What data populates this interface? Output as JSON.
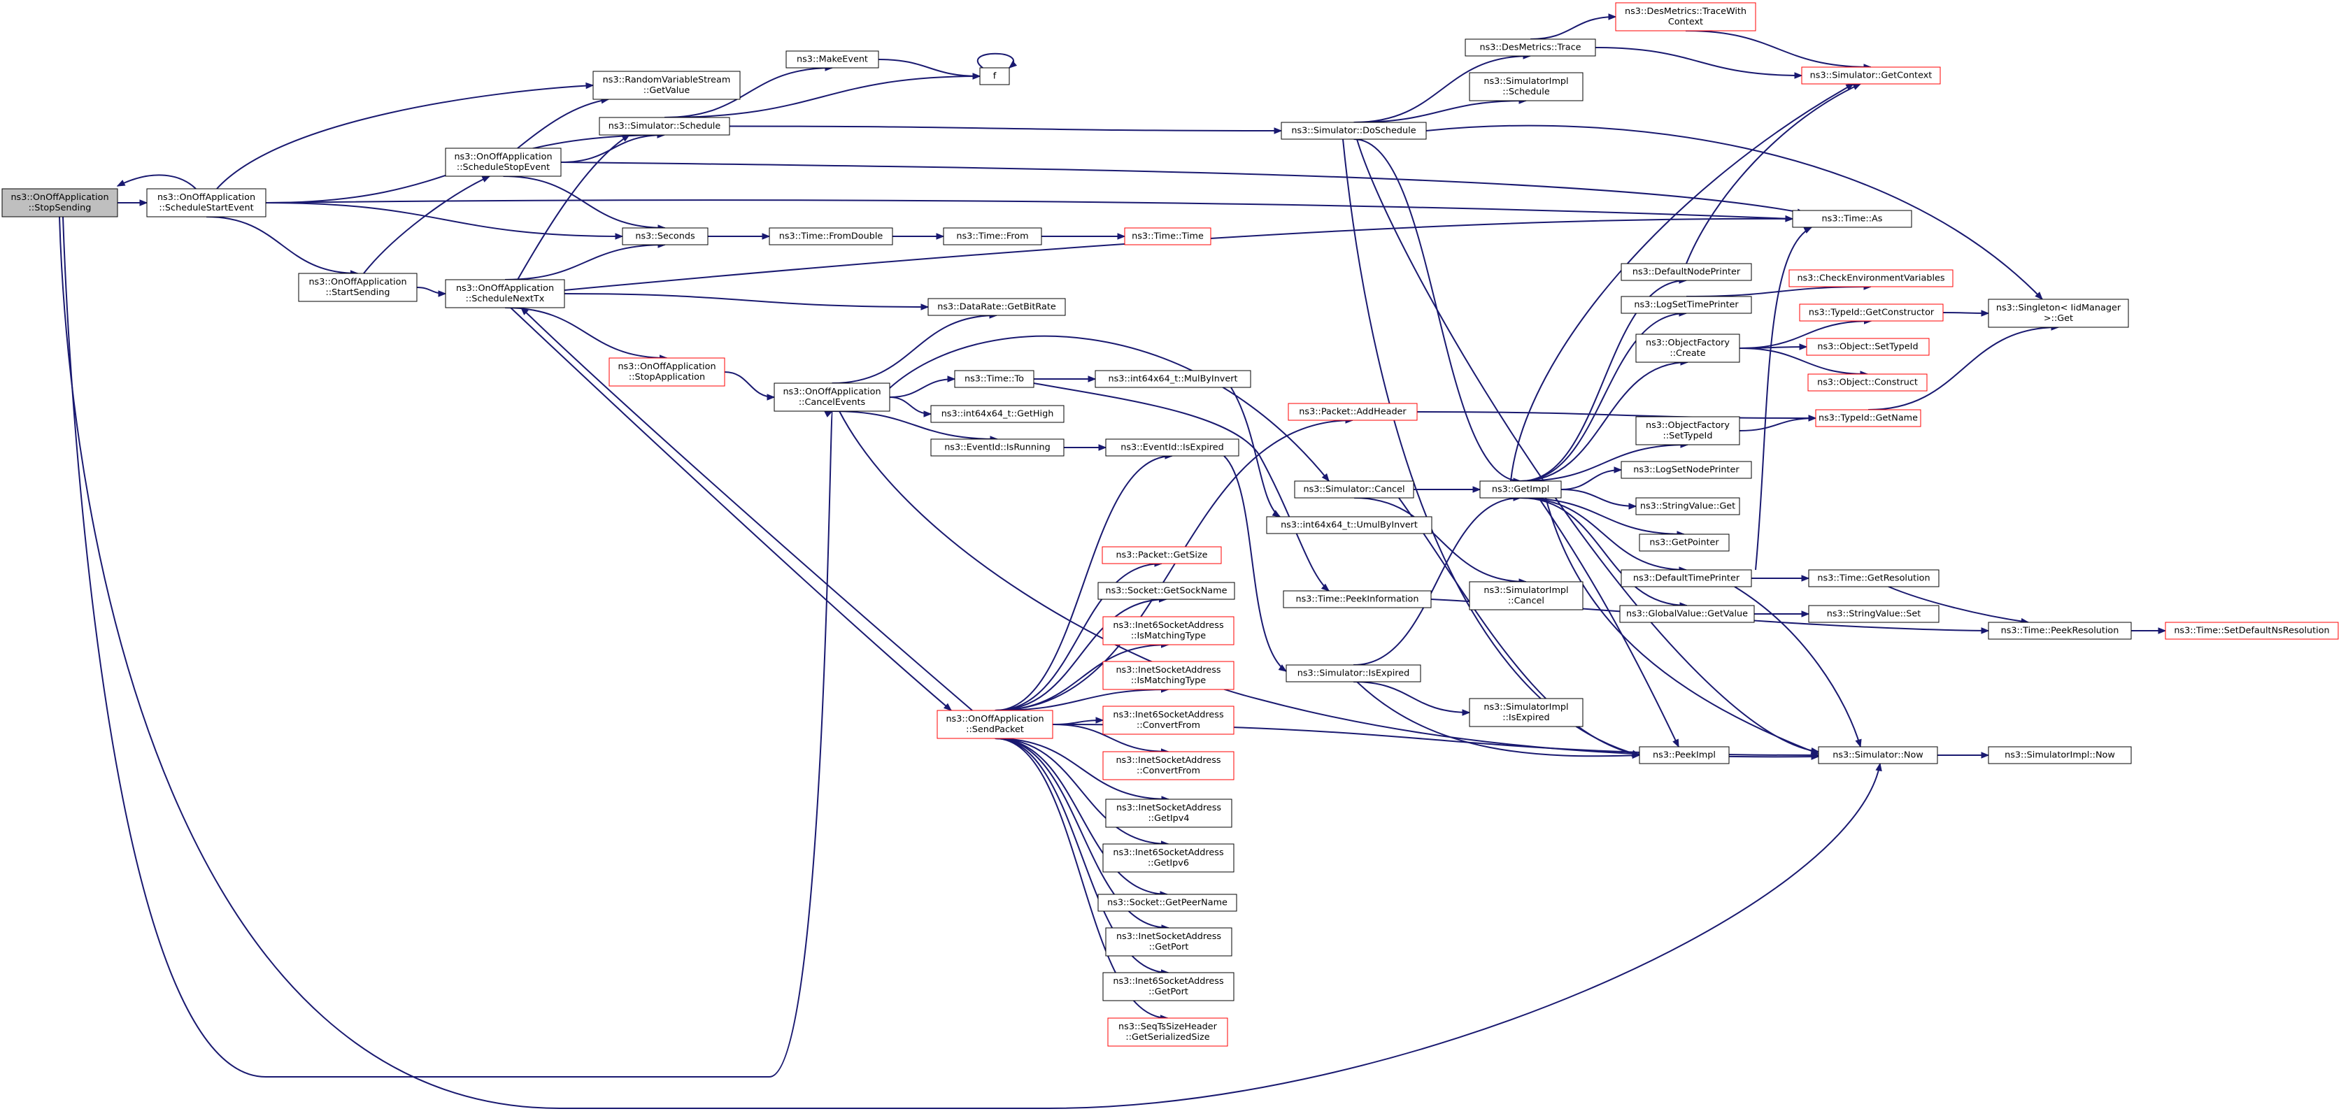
{
  "graph": {
    "root": "StopSending",
    "nodes": [
      {
        "id": "StopSending",
        "lines": [
          "ns3::OnOffApplication",
          "::StopSending"
        ],
        "red": false,
        "root": true
      },
      {
        "id": "ScheduleStartEvent",
        "lines": [
          "ns3::OnOffApplication",
          "::ScheduleStartEvent"
        ],
        "red": false
      },
      {
        "id": "StartSending",
        "lines": [
          "ns3::OnOffApplication",
          "::StartSending"
        ],
        "red": false
      },
      {
        "id": "ScheduleStopEvent",
        "lines": [
          "ns3::OnOffApplication",
          "::ScheduleStopEvent"
        ],
        "red": false
      },
      {
        "id": "ScheduleNextTx",
        "lines": [
          "ns3::OnOffApplication",
          "::ScheduleNextTx"
        ],
        "red": false
      },
      {
        "id": "RVSGetValue",
        "lines": [
          "ns3::RandomVariableStream",
          "::GetValue"
        ],
        "red": false
      },
      {
        "id": "SimSchedule",
        "lines": [
          "ns3::Simulator::Schedule"
        ],
        "red": false
      },
      {
        "id": "MakeEvent",
        "lines": [
          "ns3::MakeEvent"
        ],
        "red": false
      },
      {
        "id": "f",
        "lines": [
          "f"
        ],
        "red": false
      },
      {
        "id": "Seconds",
        "lines": [
          "ns3::Seconds"
        ],
        "red": false
      },
      {
        "id": "FromDouble",
        "lines": [
          "ns3::Time::FromDouble"
        ],
        "red": false
      },
      {
        "id": "TimeFrom",
        "lines": [
          "ns3::Time::From"
        ],
        "red": false
      },
      {
        "id": "TimeTime",
        "lines": [
          "ns3::Time::Time"
        ],
        "red": true
      },
      {
        "id": "GetBitRate",
        "lines": [
          "ns3::DataRate::GetBitRate"
        ],
        "red": false
      },
      {
        "id": "StopApplication",
        "lines": [
          "ns3::OnOffApplication",
          "::StopApplication"
        ],
        "red": true
      },
      {
        "id": "CancelEvents",
        "lines": [
          "ns3::OnOffApplication",
          "::CancelEvents"
        ],
        "red": false
      },
      {
        "id": "TimeTo",
        "lines": [
          "ns3::Time::To"
        ],
        "red": false
      },
      {
        "id": "MulByInvert",
        "lines": [
          "ns3::int64x64_t::MulByInvert"
        ],
        "red": false
      },
      {
        "id": "GetHigh",
        "lines": [
          "ns3::int64x64_t::GetHigh"
        ],
        "red": false
      },
      {
        "id": "IsRunning",
        "lines": [
          "ns3::EventId::IsRunning"
        ],
        "red": false
      },
      {
        "id": "IsExpiredE",
        "lines": [
          "ns3::EventId::IsExpired"
        ],
        "red": false
      },
      {
        "id": "AddHeader",
        "lines": [
          "ns3::Packet::AddHeader"
        ],
        "red": true
      },
      {
        "id": "SimCancel",
        "lines": [
          "ns3::Simulator::Cancel"
        ],
        "red": false
      },
      {
        "id": "UmulByInvert",
        "lines": [
          "ns3::int64x64_t::UmulByInvert"
        ],
        "red": false
      },
      {
        "id": "PeekInformation",
        "lines": [
          "ns3::Time::PeekInformation"
        ],
        "red": false
      },
      {
        "id": "SimIsExpired",
        "lines": [
          "ns3::Simulator::IsExpired"
        ],
        "red": false
      },
      {
        "id": "ImplIsExpired",
        "lines": [
          "ns3::SimulatorImpl",
          "::IsExpired"
        ],
        "red": false
      },
      {
        "id": "ImplCancel",
        "lines": [
          "ns3::SimulatorImpl",
          "::Cancel"
        ],
        "red": false
      },
      {
        "id": "SendPacket",
        "lines": [
          "ns3::OnOffApplication",
          "::SendPacket"
        ],
        "red": true
      },
      {
        "id": "PacketGetSize",
        "lines": [
          "ns3::Packet::GetSize"
        ],
        "red": true
      },
      {
        "id": "GetSockName",
        "lines": [
          "ns3::Socket::GetSockName"
        ],
        "red": false
      },
      {
        "id": "I6IsMatching",
        "lines": [
          "ns3::Inet6SocketAddress",
          "::IsMatchingType"
        ],
        "red": true
      },
      {
        "id": "I4IsMatching",
        "lines": [
          "ns3::InetSocketAddress",
          "::IsMatchingType"
        ],
        "red": true
      },
      {
        "id": "I6ConvertFrom",
        "lines": [
          "ns3::Inet6SocketAddress",
          "::ConvertFrom"
        ],
        "red": true
      },
      {
        "id": "I4ConvertFrom",
        "lines": [
          "ns3::InetSocketAddress",
          "::ConvertFrom"
        ],
        "red": true
      },
      {
        "id": "GetIpv4",
        "lines": [
          "ns3::InetSocketAddress",
          "::GetIpv4"
        ],
        "red": false
      },
      {
        "id": "GetIpv6",
        "lines": [
          "ns3::Inet6SocketAddress",
          "::GetIpv6"
        ],
        "red": false
      },
      {
        "id": "GetPeerName",
        "lines": [
          "ns3::Socket::GetPeerName"
        ],
        "red": false
      },
      {
        "id": "I4GetPort",
        "lines": [
          "ns3::InetSocketAddress",
          "::GetPort"
        ],
        "red": false
      },
      {
        "id": "I6GetPort",
        "lines": [
          "ns3::Inet6SocketAddress",
          "::GetPort"
        ],
        "red": false
      },
      {
        "id": "SeqTs",
        "lines": [
          "ns3::SeqTsSizeHeader",
          "::GetSerializedSize"
        ],
        "red": true
      },
      {
        "id": "DoSchedule",
        "lines": [
          "ns3::Simulator::DoSchedule"
        ],
        "red": false
      },
      {
        "id": "DesTrace",
        "lines": [
          "ns3::DesMetrics::Trace"
        ],
        "red": false
      },
      {
        "id": "DesTraceWith",
        "lines": [
          "ns3::DesMetrics::TraceWith",
          "Context"
        ],
        "red": true
      },
      {
        "id": "GetContext",
        "lines": [
          "ns3::Simulator::GetContext"
        ],
        "red": true
      },
      {
        "id": "ImplSchedule",
        "lines": [
          "ns3::SimulatorImpl",
          "::Schedule"
        ],
        "red": false
      },
      {
        "id": "TimeAs",
        "lines": [
          "ns3::Time::As"
        ],
        "red": false
      },
      {
        "id": "DefaultNodePrinter",
        "lines": [
          "ns3::DefaultNodePrinter"
        ],
        "red": false
      },
      {
        "id": "CheckEnv",
        "lines": [
          "ns3::CheckEnvironmentVariables"
        ],
        "red": true
      },
      {
        "id": "LogSetTimePrinter",
        "lines": [
          "ns3::LogSetTimePrinter"
        ],
        "red": false
      },
      {
        "id": "GetConstructor",
        "lines": [
          "ns3::TypeId::GetConstructor"
        ],
        "red": true
      },
      {
        "id": "SingletonGet",
        "lines": [
          "ns3::Singleton< IidManager",
          ">::Get"
        ],
        "red": false
      },
      {
        "id": "OFCreate",
        "lines": [
          "ns3::ObjectFactory",
          "::Create"
        ],
        "red": false
      },
      {
        "id": "SetTypeIdObj",
        "lines": [
          "ns3::Object::SetTypeId"
        ],
        "red": true
      },
      {
        "id": "Construct",
        "lines": [
          "ns3::Object::Construct"
        ],
        "red": true
      },
      {
        "id": "GetName",
        "lines": [
          "ns3::TypeId::GetName"
        ],
        "red": true
      },
      {
        "id": "OFSetTypeId",
        "lines": [
          "ns3::ObjectFactory",
          "::SetTypeId"
        ],
        "red": false
      },
      {
        "id": "GetImpl",
        "lines": [
          "ns3::GetImpl"
        ],
        "red": false
      },
      {
        "id": "LogSetNodePrinter",
        "lines": [
          "ns3::LogSetNodePrinter"
        ],
        "red": false
      },
      {
        "id": "StringValueGet",
        "lines": [
          "ns3::StringValue::Get"
        ],
        "red": false
      },
      {
        "id": "GetPointer",
        "lines": [
          "ns3::GetPointer"
        ],
        "red": false
      },
      {
        "id": "DefaultTimePrinter",
        "lines": [
          "ns3::DefaultTimePrinter"
        ],
        "red": false
      },
      {
        "id": "GetResolution",
        "lines": [
          "ns3::Time::GetResolution"
        ],
        "red": false
      },
      {
        "id": "GlobalGetValue",
        "lines": [
          "ns3::GlobalValue::GetValue"
        ],
        "red": false
      },
      {
        "id": "StringValueSet",
        "lines": [
          "ns3::StringValue::Set"
        ],
        "red": false
      },
      {
        "id": "PeekResolution",
        "lines": [
          "ns3::Time::PeekResolution"
        ],
        "red": false
      },
      {
        "id": "SetDefaultNsRes",
        "lines": [
          "ns3::Time::SetDefaultNsResolution"
        ],
        "red": true
      },
      {
        "id": "PeekImpl",
        "lines": [
          "ns3::PeekImpl"
        ],
        "red": false
      },
      {
        "id": "SimNow",
        "lines": [
          "ns3::Simulator::Now"
        ],
        "red": false
      },
      {
        "id": "ImplNow",
        "lines": [
          "ns3::SimulatorImpl::Now"
        ],
        "red": false
      }
    ],
    "edges": [
      [
        "StopSending",
        "ScheduleStartEvent"
      ],
      [
        "StopSending",
        "CancelEvents"
      ],
      [
        "StopSending",
        "SimNow"
      ],
      [
        "ScheduleStartEvent",
        "StopSending"
      ],
      [
        "ScheduleStartEvent",
        "RVSGetValue"
      ],
      [
        "ScheduleStartEvent",
        "SimSchedule"
      ],
      [
        "ScheduleStartEvent",
        "Seconds"
      ],
      [
        "ScheduleStartEvent",
        "StartSending"
      ],
      [
        "ScheduleStartEvent",
        "TimeAs"
      ],
      [
        "StartSending",
        "ScheduleStopEvent"
      ],
      [
        "StartSending",
        "ScheduleNextTx"
      ],
      [
        "ScheduleStopEvent",
        "RVSGetValue"
      ],
      [
        "ScheduleStopEvent",
        "SimSchedule"
      ],
      [
        "ScheduleStopEvent",
        "Seconds"
      ],
      [
        "ScheduleStopEvent",
        "TimeAs"
      ],
      [
        "ScheduleNextTx",
        "SimSchedule"
      ],
      [
        "ScheduleNextTx",
        "Seconds"
      ],
      [
        "ScheduleNextTx",
        "GetBitRate"
      ],
      [
        "ScheduleNextTx",
        "StopApplication"
      ],
      [
        "ScheduleNextTx",
        "SendPacket"
      ],
      [
        "ScheduleNextTx",
        "TimeAs"
      ],
      [
        "SendPacket",
        "ScheduleNextTx"
      ],
      [
        "SimSchedule",
        "MakeEvent"
      ],
      [
        "SimSchedule",
        "f"
      ],
      [
        "SimSchedule",
        "DoSchedule"
      ],
      [
        "MakeEvent",
        "f"
      ],
      [
        "f",
        "f"
      ],
      [
        "Seconds",
        "FromDouble"
      ],
      [
        "FromDouble",
        "TimeFrom"
      ],
      [
        "TimeFrom",
        "TimeTime"
      ],
      [
        "StopApplication",
        "CancelEvents"
      ],
      [
        "CancelEvents",
        "GetBitRate"
      ],
      [
        "CancelEvents",
        "TimeTo"
      ],
      [
        "CancelEvents",
        "GetHigh"
      ],
      [
        "CancelEvents",
        "IsRunning"
      ],
      [
        "CancelEvents",
        "SimCancel"
      ],
      [
        "CancelEvents",
        "SimNow"
      ],
      [
        "TimeTo",
        "MulByInvert"
      ],
      [
        "TimeTo",
        "PeekInformation"
      ],
      [
        "MulByInvert",
        "UmulByInvert"
      ],
      [
        "IsRunning",
        "IsExpiredE"
      ],
      [
        "IsExpiredE",
        "SimIsExpired"
      ],
      [
        "SimCancel",
        "GetImpl"
      ],
      [
        "SimCancel",
        "ImplCancel"
      ],
      [
        "SimCancel",
        "PeekImpl"
      ],
      [
        "SimIsExpired",
        "GetImpl"
      ],
      [
        "SimIsExpired",
        "ImplIsExpired"
      ],
      [
        "SimIsExpired",
        "PeekImpl"
      ],
      [
        "PeekInformation",
        "PeekResolution"
      ],
      [
        "SendPacket",
        "AddHeader"
      ],
      [
        "SendPacket",
        "IsExpiredE"
      ],
      [
        "SendPacket",
        "PacketGetSize"
      ],
      [
        "SendPacket",
        "GetSockName"
      ],
      [
        "SendPacket",
        "I6IsMatching"
      ],
      [
        "SendPacket",
        "I4IsMatching"
      ],
      [
        "SendPacket",
        "I6ConvertFrom"
      ],
      [
        "SendPacket",
        "I4ConvertFrom"
      ],
      [
        "SendPacket",
        "GetIpv4"
      ],
      [
        "SendPacket",
        "GetIpv6"
      ],
      [
        "SendPacket",
        "GetPeerName"
      ],
      [
        "SendPacket",
        "I4GetPort"
      ],
      [
        "SendPacket",
        "I6GetPort"
      ],
      [
        "SendPacket",
        "SeqTs"
      ],
      [
        "SendPacket",
        "SimNow"
      ],
      [
        "AddHeader",
        "GetName"
      ],
      [
        "DoSchedule",
        "DesTrace"
      ],
      [
        "DoSchedule",
        "ImplSchedule"
      ],
      [
        "DoSchedule",
        "SingletonGet"
      ],
      [
        "DoSchedule",
        "GetImpl"
      ],
      [
        "DoSchedule",
        "PeekImpl"
      ],
      [
        "DoSchedule",
        "SimNow"
      ],
      [
        "DesTrace",
        "DesTraceWith"
      ],
      [
        "DesTrace",
        "GetContext"
      ],
      [
        "DesTraceWith",
        "GetContext"
      ],
      [
        "GetImpl",
        "GetContext"
      ],
      [
        "GetImpl",
        "DefaultNodePrinter"
      ],
      [
        "GetImpl",
        "LogSetTimePrinter"
      ],
      [
        "GetImpl",
        "OFCreate"
      ],
      [
        "GetImpl",
        "OFSetTypeId"
      ],
      [
        "GetImpl",
        "LogSetNodePrinter"
      ],
      [
        "GetImpl",
        "StringValueGet"
      ],
      [
        "GetImpl",
        "GetPointer"
      ],
      [
        "GetImpl",
        "DefaultTimePrinter"
      ],
      [
        "GetImpl",
        "GlobalGetValue"
      ],
      [
        "GetImpl",
        "PeekImpl"
      ],
      [
        "GetImpl",
        "SimNow"
      ],
      [
        "DefaultNodePrinter",
        "GetContext"
      ],
      [
        "LogSetTimePrinter",
        "CheckEnv"
      ],
      [
        "OFCreate",
        "GetConstructor"
      ],
      [
        "OFCreate",
        "SetTypeIdObj"
      ],
      [
        "OFCreate",
        "Construct"
      ],
      [
        "GetConstructor",
        "SingletonGet"
      ],
      [
        "OFSetTypeId",
        "GetName"
      ],
      [
        "GetName",
        "SingletonGet"
      ],
      [
        "DefaultTimePrinter",
        "TimeAs"
      ],
      [
        "DefaultTimePrinter",
        "GetResolution"
      ],
      [
        "DefaultTimePrinter",
        "SimNow"
      ],
      [
        "GetResolution",
        "PeekResolution"
      ],
      [
        "GlobalGetValue",
        "StringValueSet"
      ],
      [
        "PeekResolution",
        "SetDefaultNsRes"
      ],
      [
        "SimNow",
        "ImplNow"
      ]
    ]
  }
}
